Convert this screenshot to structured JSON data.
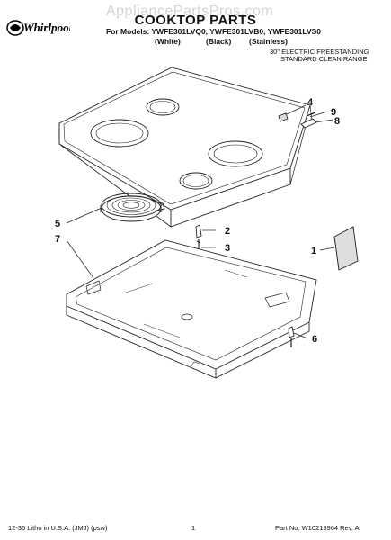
{
  "header": {
    "brand": "Whirlpool",
    "watermark": "AppliancePartsPros.com",
    "title": "COOKTOP PARTS",
    "models_line": "For Models: YWFE301LVQ0, YWFE301LVB0, YWFE301LVS0",
    "variants": [
      "(White)",
      "(Black)",
      "(Stainless)"
    ],
    "subtitle_line1": "30\" ELECTRIC FREESTANDING",
    "subtitle_line2": "STANDARD CLEAN RANGE"
  },
  "callouts": [
    "4",
    "9",
    "8",
    "5",
    "2",
    "3",
    "7",
    "1",
    "6"
  ],
  "footer": {
    "litho": "12-36 Litho in U.S.A. (JMJ) (psw)",
    "page": "1",
    "part_no": "Part No. W10213964 Rev. A"
  },
  "colors": {
    "line": "#222222",
    "fill": "#ffffff",
    "shade": "#cccccc",
    "brand": "#000000"
  }
}
